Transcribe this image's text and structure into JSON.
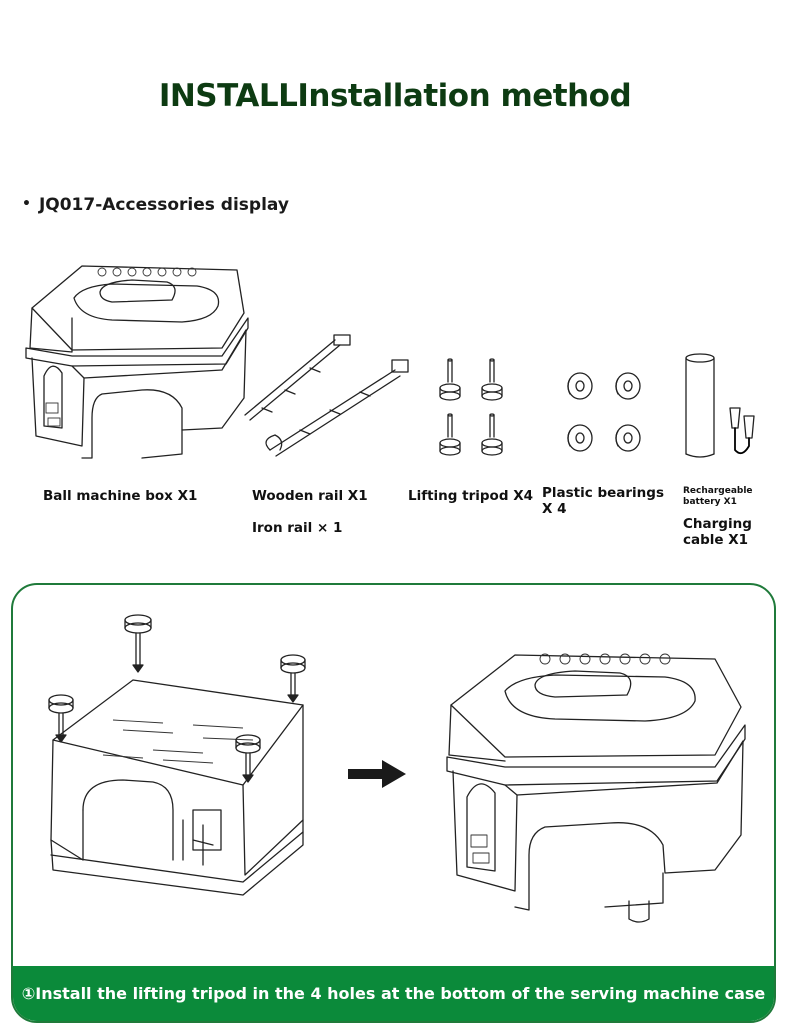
{
  "header": {
    "title": "INSTALLInstallation method"
  },
  "accessories": {
    "section_bullet": "•",
    "section_title": "JQ017-Accessories display",
    "items": [
      {
        "label": "Ball machine box X1",
        "icon": "ball-machine-box"
      },
      {
        "label": "Wooden rail X1",
        "sub_label": "Iron rail × 1",
        "icon": "rails"
      },
      {
        "label": "Lifting tripod X4",
        "icon": "lifting-tripod"
      },
      {
        "label": "Plastic bearings X 4",
        "icon": "plastic-bearings"
      },
      {
        "label_small": "Rechargeable battery X1",
        "label": "Charging cable X1",
        "icon": "battery-and-cable"
      }
    ]
  },
  "install_step": {
    "border_color": "#1f7a3a",
    "footer_color": "#0b8a3a",
    "instruction": "①Install the lifting tripod in the 4 holes at the bottom of the serving machine case",
    "before_figure": "machine-case-upside-down-with-tripods",
    "arrow": "right-arrow",
    "after_figure": "machine-case-upright"
  }
}
